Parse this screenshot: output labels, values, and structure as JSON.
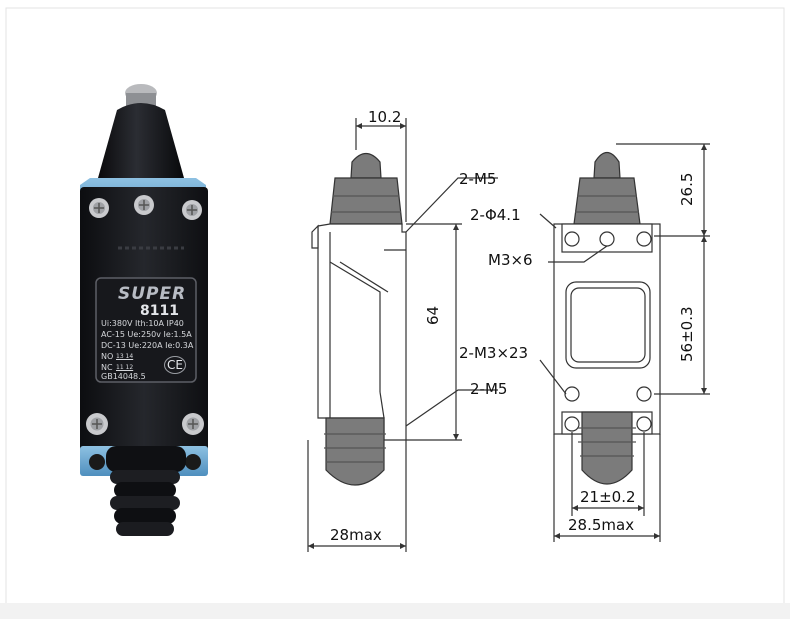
{
  "product": {
    "brand": "SUPER",
    "model": "8111",
    "rating_lines": [
      "Ui:380V Ith:10A IP40",
      "AC-15 Ue:250v Ie:1.5A",
      "DC-13 Ue:220A Ie:0.3A"
    ],
    "contact_no": "NO",
    "contact_nc": "NC",
    "contact_no_pins": "13 14",
    "contact_nc_pins": "11 12",
    "ce_mark": "CE",
    "standard": "GB14048.5"
  },
  "dimensions": {
    "side_top_width": "10.2",
    "side_height": "64",
    "side_width": "28max",
    "front_plunger_height": "26.5",
    "front_hole_spacing": "56±0.3",
    "front_bottom_spacing": "21±0.2",
    "front_width": "28.5max"
  },
  "callouts": {
    "m5_top": "2-M5",
    "phi_hole": "2-Φ4.1",
    "m3x6": "M3×6",
    "m3x23": "2-M3×23",
    "m5_bottom": "2-M5"
  },
  "colors": {
    "housing": "#1b1c20",
    "base": "#6aa3cc",
    "drawing_fill": "#7b7b7b",
    "line": "#333333"
  }
}
